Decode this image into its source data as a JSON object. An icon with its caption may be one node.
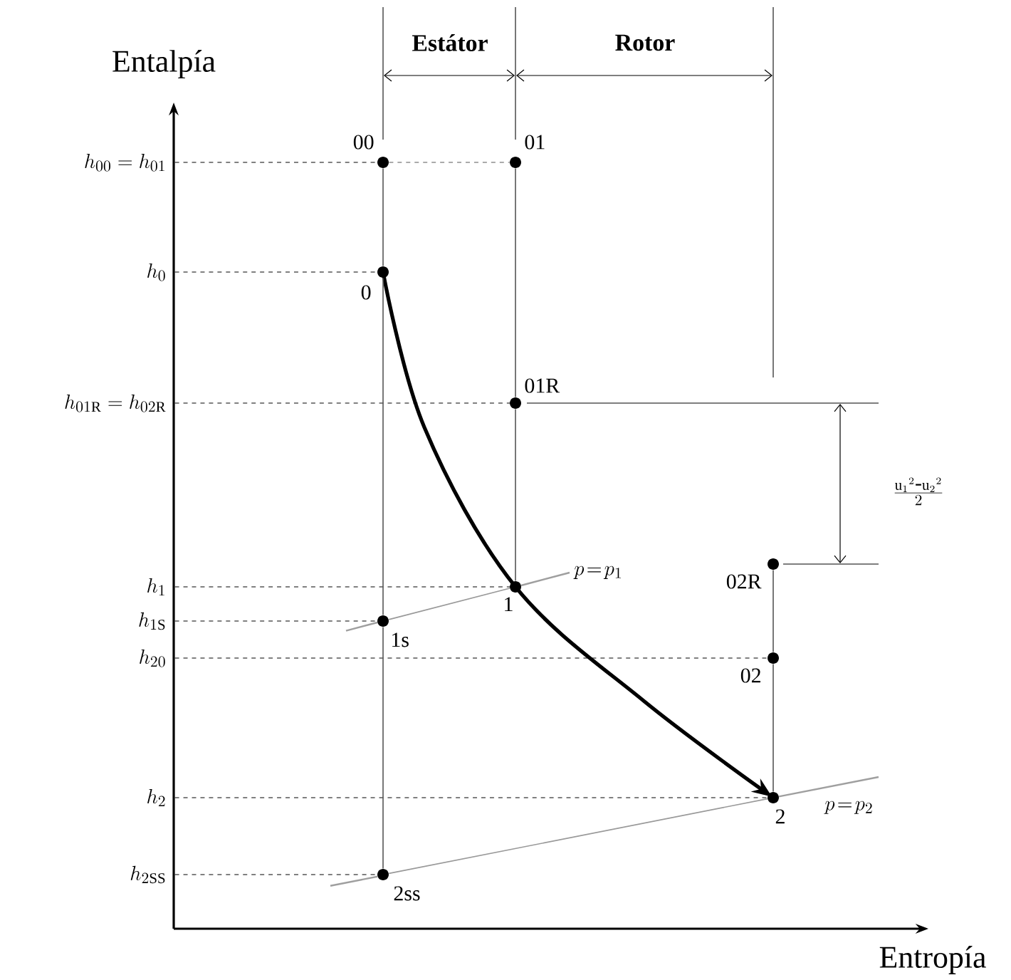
{
  "diagram": {
    "nodes": [
      {
        "text": [],
        "shape": "circle",
        "beside": [
          "00"
        ]
      },
      {
        "text": [],
        "shape": "circle",
        "beside": [
          "01"
        ]
      },
      {
        "text": [],
        "shape": "circle",
        "beside": [
          "0"
        ]
      },
      {
        "text": [],
        "shape": "circle",
        "beside": [
          "01R"
        ]
      },
      {
        "text": [],
        "shape": "circle",
        "beside": [
          "1"
        ]
      },
      {
        "text": [],
        "shape": "circle",
        "beside": [
          "1s"
        ]
      },
      {
        "text": [],
        "shape": "circle",
        "beside": [
          "02R"
        ]
      },
      {
        "text": [],
        "shape": "circle",
        "beside": [
          "02"
        ]
      },
      {
        "text": [],
        "shape": "circle",
        "beside": [
          "2"
        ]
      },
      {
        "text": [],
        "shape": "circle",
        "beside": [
          "2ss"
        ]
      }
    ],
    "edges": [
      {
        "from": 2,
        "to": 8,
        "arrow": "to",
        "style": "thick",
        "color": "#000000"
      },
      {
        "from": 0,
        "to": 1,
        "arrow": "none",
        "style": "dashed"
      },
      {
        "from": 0,
        "to": 2,
        "arrow": "none"
      },
      {
        "from": 2,
        "to": 5,
        "arrow": "none"
      },
      {
        "from": 5,
        "to": 9,
        "arrow": "none"
      },
      {
        "from": 1,
        "to": 3,
        "arrow": "none"
      },
      {
        "from": 3,
        "to": 4,
        "arrow": "none"
      },
      {
        "from": 5,
        "to": 4,
        "arrow": "none",
        "color": "#999999"
      },
      {
        "from": 6,
        "to": 7,
        "arrow": "none"
      },
      {
        "from": 7,
        "to": 8,
        "arrow": "none"
      },
      {
        "from": 9,
        "to": 8,
        "arrow": "none",
        "color": "#999999"
      }
    ],
    "labels": [
      "Estátor",
      "Rotor",
      "Entalpía",
      "h_{00} = h_{01}",
      "h_0",
      "h_{01\\mathrm{R}} = h_{02\\mathrm{R}}",
      "\\frac{\\mathrm{u}_1{}^2\\mbox{-}\\mathrm{u}_2{}^2}{2}",
      "h_1",
      "p\\!=\\!p_1",
      "h_{1\\mathrm{S}}",
      "h_{20}",
      "h_2",
      "p\\!=\\!p_2",
      "h_{2\\mathrm{SS}}",
      "Entropía"
    ]
  }
}
